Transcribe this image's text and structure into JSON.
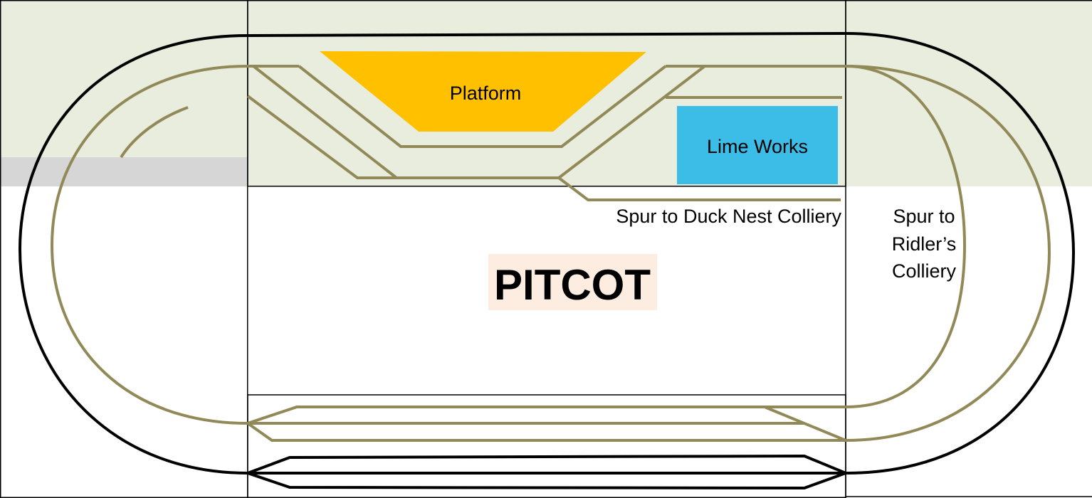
{
  "title": "PITCOT",
  "labels": {
    "platform": "Platform",
    "lime_works": "Lime Works",
    "duck_nest_spur": "Spur to Duck Nest Colliery",
    "ridlers_spur_line1": "Spur to",
    "ridlers_spur_line2": "Ridler’s",
    "ridlers_spur_line3": "Colliery"
  },
  "colors": {
    "scenic_area": "#E9EDDD",
    "grey_band": "#D6D6D6",
    "platform": "#FFC000",
    "lime_works": "#3BBDE8",
    "title_bg": "#FDEDE1",
    "track_siding": "#918A58",
    "track_main": "#000000",
    "board_outline": "#000000"
  }
}
